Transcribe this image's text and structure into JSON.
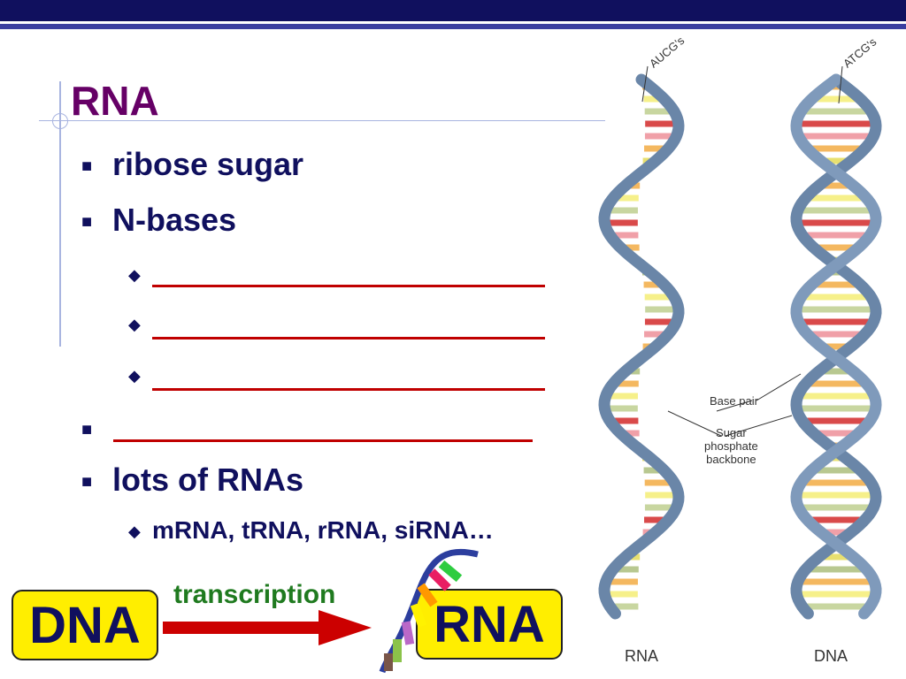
{
  "slide": {
    "title": "RNA",
    "bullets": [
      {
        "bullet": "■",
        "text": "ribose sugar"
      },
      {
        "bullet": "■",
        "text": "N-bases"
      },
      {
        "bullet": "■",
        "text": "lots of RNAs"
      }
    ],
    "subbullets": [
      {
        "bullet": "◆"
      },
      {
        "bullet": "◆"
      },
      {
        "bullet": "◆"
      }
    ],
    "blank_bullet": "■",
    "rna_types": {
      "bullet": "◆",
      "text": "mRNA, tRNA, rRNA, siRNA…"
    },
    "flow": {
      "dna": "DNA",
      "process": "transcription",
      "rna": "RNA"
    }
  },
  "diagram": {
    "rna_bases": "AUCG's",
    "dna_bases": "ATCG's",
    "base_pair": "Base pair",
    "backbone": [
      "Sugar",
      "phosphate",
      "backbone"
    ],
    "rna_label": "RNA",
    "dna_label": "DNA"
  },
  "colors": {
    "title": "#660066",
    "text": "#10105e",
    "blank_line": "#c00000",
    "box_fill": "#ffee00",
    "arrow": "#cc0000",
    "transcription": "#1f7a1f",
    "backbone": "#6a86a8"
  }
}
